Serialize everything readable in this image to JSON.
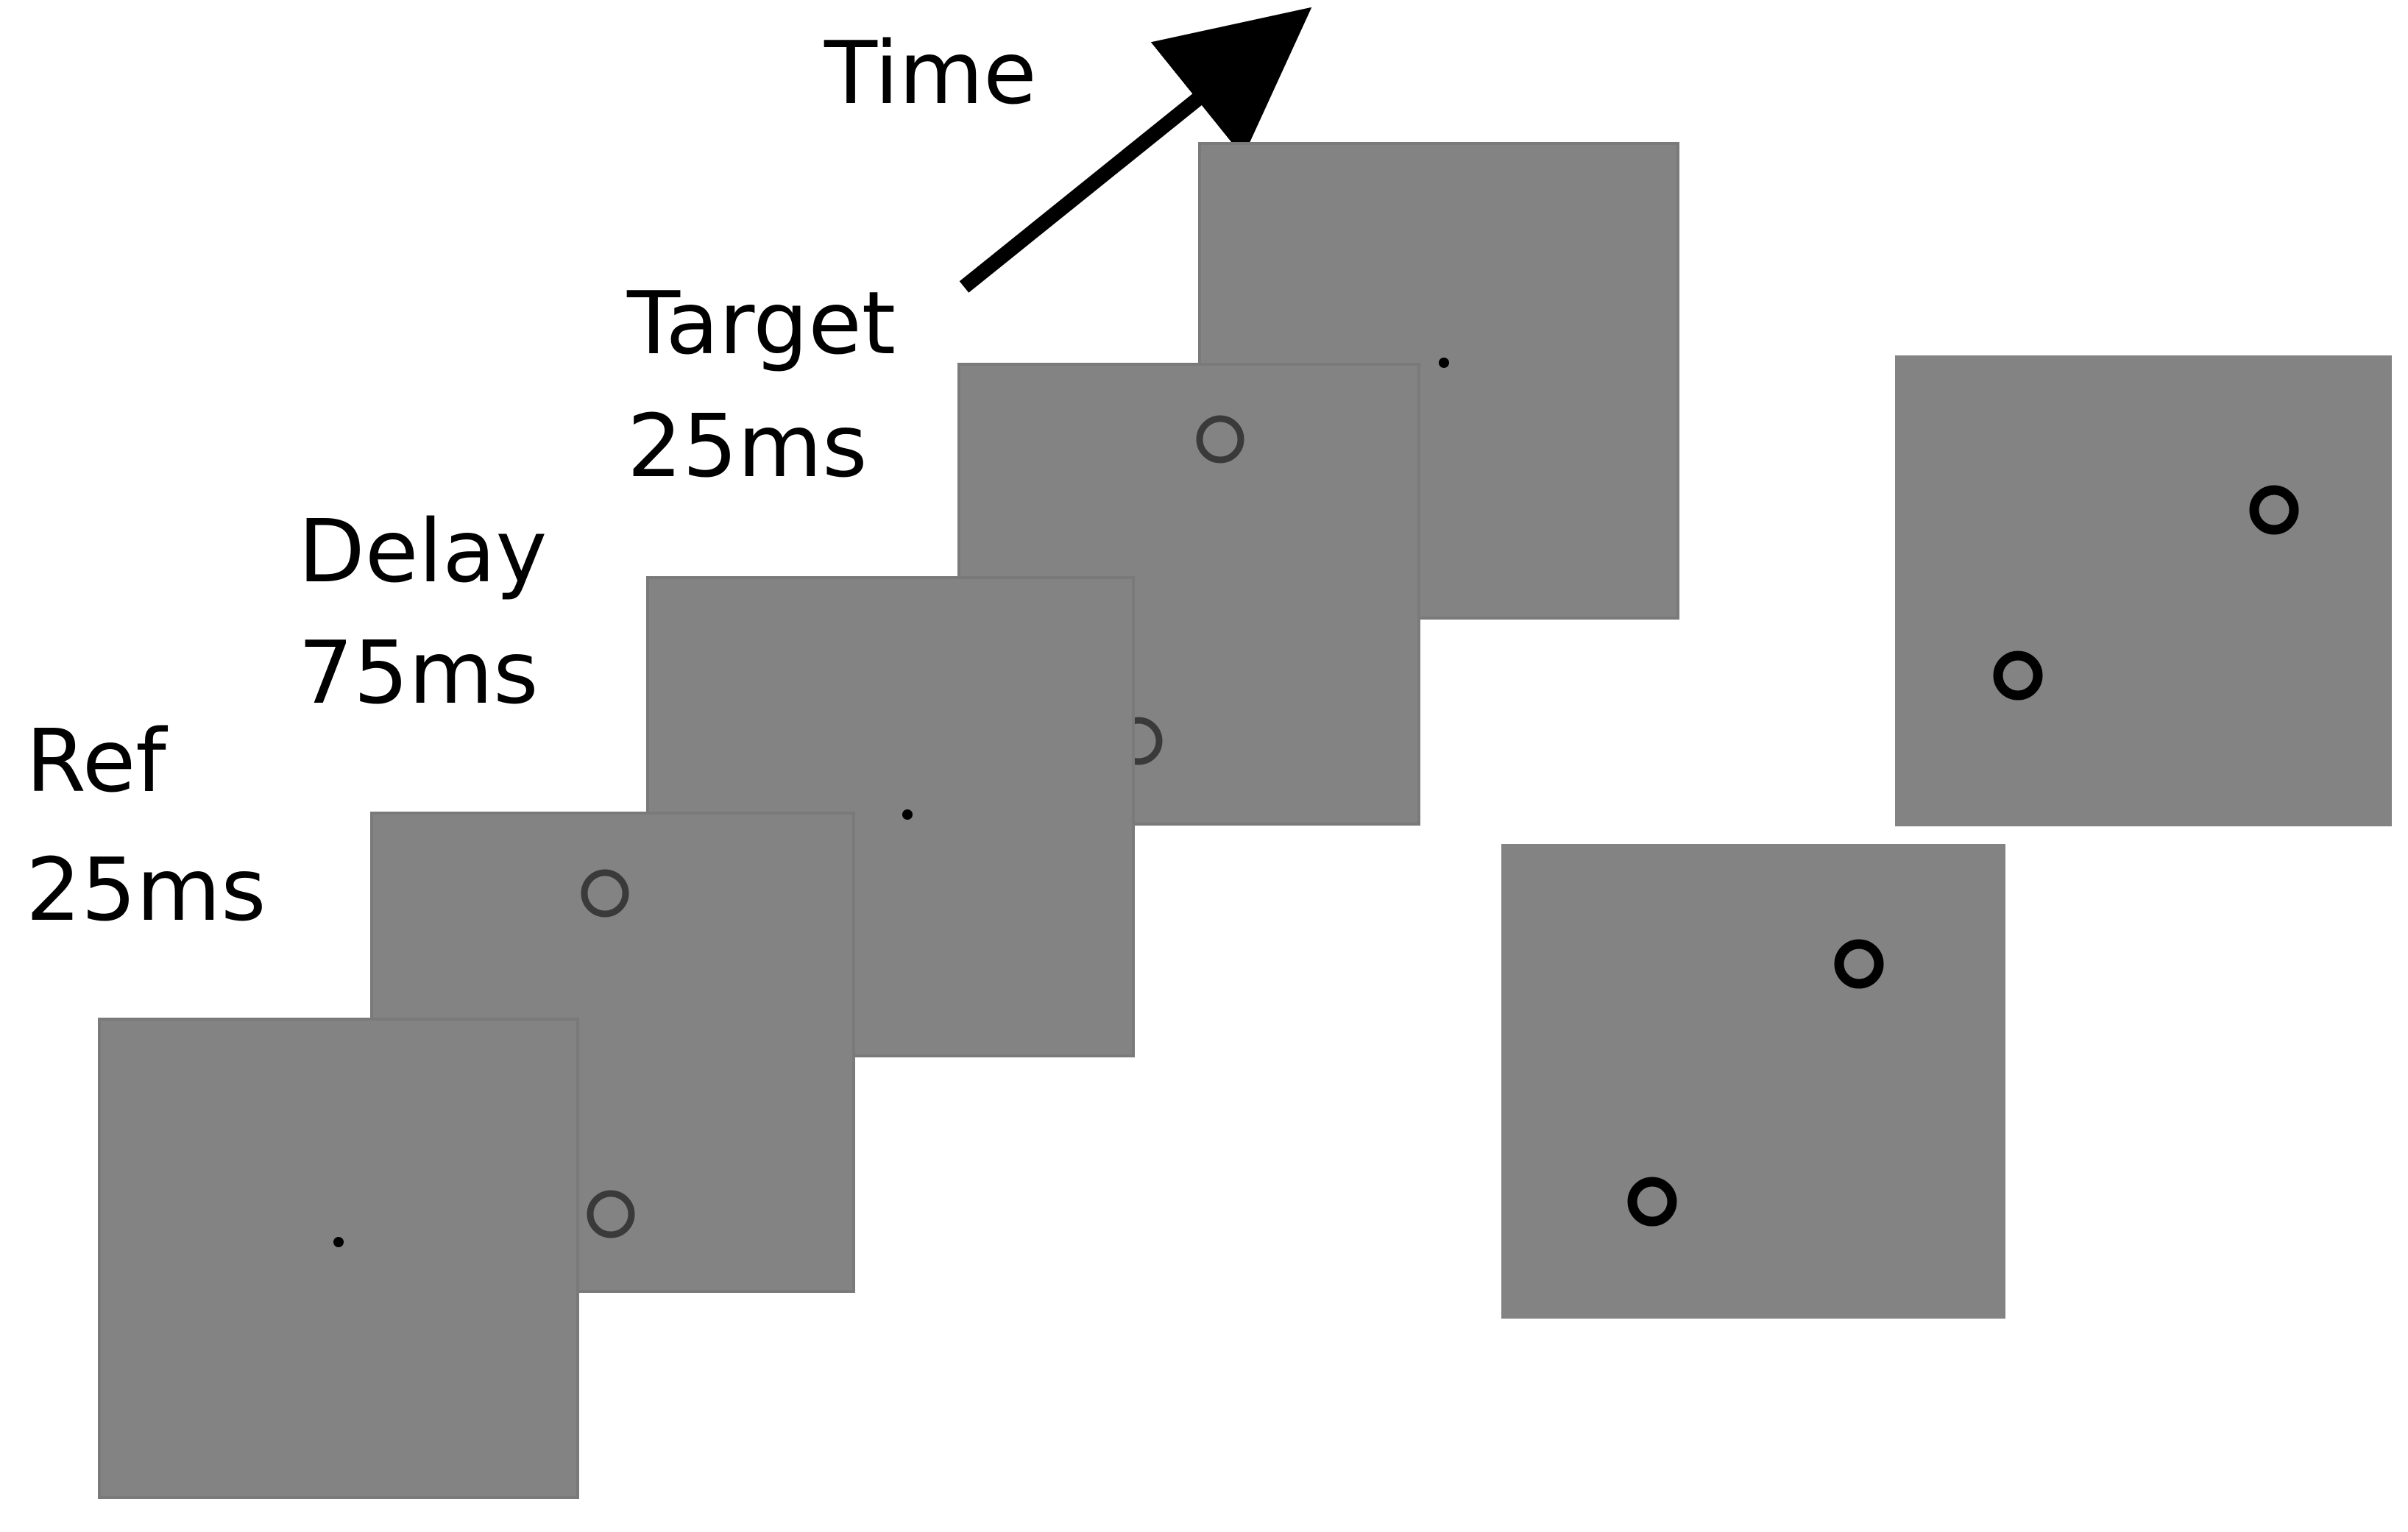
{
  "figure": {
    "time_label": "Time",
    "stages": [
      {
        "name": "Ref",
        "duration": "25ms"
      },
      {
        "name": "Delay",
        "duration": "75ms"
      },
      {
        "name": "Target",
        "duration": "25ms"
      }
    ]
  },
  "colors": {
    "background": "#ffffff",
    "panel": "#838383",
    "ink": "#000000"
  }
}
